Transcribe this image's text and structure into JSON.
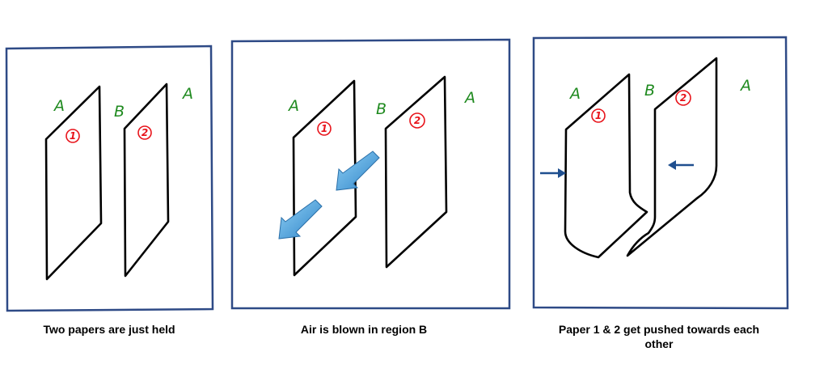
{
  "panels": [
    {
      "caption": "Two papers are just held",
      "labels": {
        "region_a_left": "A",
        "region_b": "B",
        "region_a_right": "A",
        "paper1": "1",
        "paper2": "2"
      }
    },
    {
      "caption": "Air is blown in region B",
      "labels": {
        "region_a_left": "A",
        "region_b": "B",
        "region_a_right": "A",
        "paper1": "1",
        "paper2": "2"
      }
    },
    {
      "caption": "Paper 1 & 2 get pushed towards each other",
      "labels": {
        "region_a_left": "A",
        "region_b": "B",
        "region_a_right": "A",
        "paper1": "1",
        "paper2": "2"
      }
    }
  ],
  "colors": {
    "frame": "#2e4a86",
    "region_label": "#1f8a1f",
    "paper_number": "#e8141b",
    "air_arrow": "#4a9fd8",
    "push_arrow": "#1f4f8f"
  }
}
